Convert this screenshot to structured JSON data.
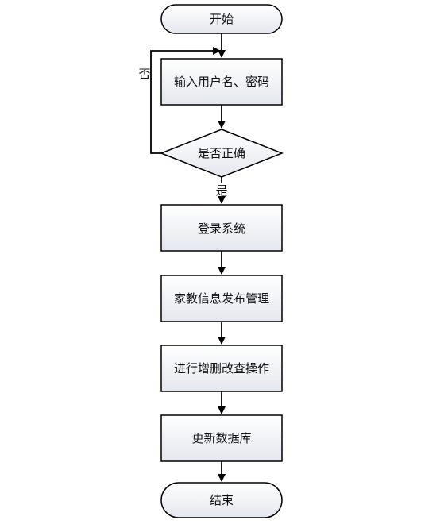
{
  "nodes": {
    "start": "开始",
    "input": "输入用户名、密码",
    "check": "是否正确",
    "login": "登录系统",
    "manage": "家教信息发布管理",
    "crud": "进行增删改查操作",
    "update": "更新数据库",
    "end": "结束"
  },
  "edges": {
    "yes": "是",
    "no": "否"
  }
}
